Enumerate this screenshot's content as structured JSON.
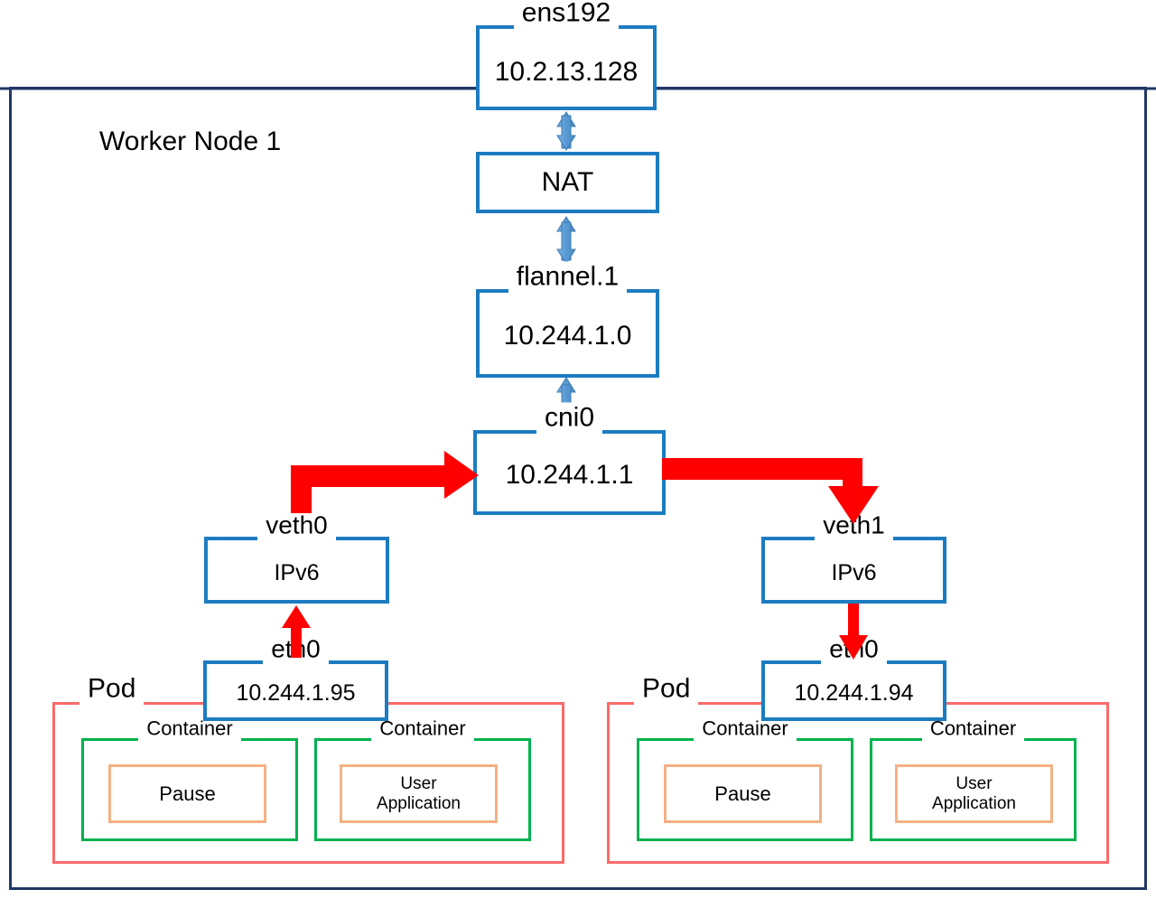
{
  "diagram": {
    "title": "Worker Node 1",
    "frame_color": "#1F3864"
  },
  "colors": {
    "box_blue": "#1C7CC1",
    "pod_red": "#FA6A6A",
    "container_green": "#00B14F",
    "inner_orange": "#F4B183",
    "flow_arrow_red": "#FF0000",
    "link_arrow_blue": "#5B9BD5",
    "frame_navy": "#1F3864"
  },
  "host_stack": [
    {
      "label": "ens192",
      "value": "10.2.13.128"
    },
    {
      "label": "NAT",
      "value": ""
    },
    {
      "label": "flannel.1",
      "value": "10.244.1.0"
    },
    {
      "label": "cni0",
      "value": "10.244.1.1"
    }
  ],
  "nat_box": {
    "label": "NAT"
  },
  "veths": [
    {
      "name": "veth0",
      "value": "IPv6"
    },
    {
      "name": "veth1",
      "value": "IPv6"
    }
  ],
  "pods": [
    {
      "pod_label": "Pod",
      "eth_label": "eth0",
      "eth_value": "10.244.1.95",
      "containers": [
        {
          "label": "Container",
          "inner": "Pause"
        },
        {
          "label": "Container",
          "inner": "User\nApplication"
        }
      ]
    },
    {
      "pod_label": "Pod",
      "eth_label": "eth0",
      "eth_value": "10.244.1.94",
      "containers": [
        {
          "label": "Container",
          "inner": "Pause"
        },
        {
          "label": "Container",
          "inner": "User\nApplication"
        }
      ]
    }
  ],
  "links": [
    {
      "from": "ens192",
      "to": "NAT",
      "style": "double-arrow",
      "color": "#5B9BD5"
    },
    {
      "from": "NAT",
      "to": "flannel.1",
      "style": "double-arrow",
      "color": "#5B9BD5"
    },
    {
      "from": "flannel.1",
      "to": "cni0",
      "style": "double-arrow",
      "color": "#5B9BD5"
    },
    {
      "from": "veth0",
      "to": "cni0",
      "style": "elbow-arrow",
      "color": "#FF0000"
    },
    {
      "from": "cni0",
      "to": "veth1",
      "style": "elbow-arrow",
      "color": "#FF0000"
    },
    {
      "from": "eth0-left",
      "to": "veth0",
      "style": "arrow-up",
      "color": "#FF0000"
    },
    {
      "from": "veth1",
      "to": "eth0-right",
      "style": "arrow-down",
      "color": "#FF0000"
    }
  ]
}
